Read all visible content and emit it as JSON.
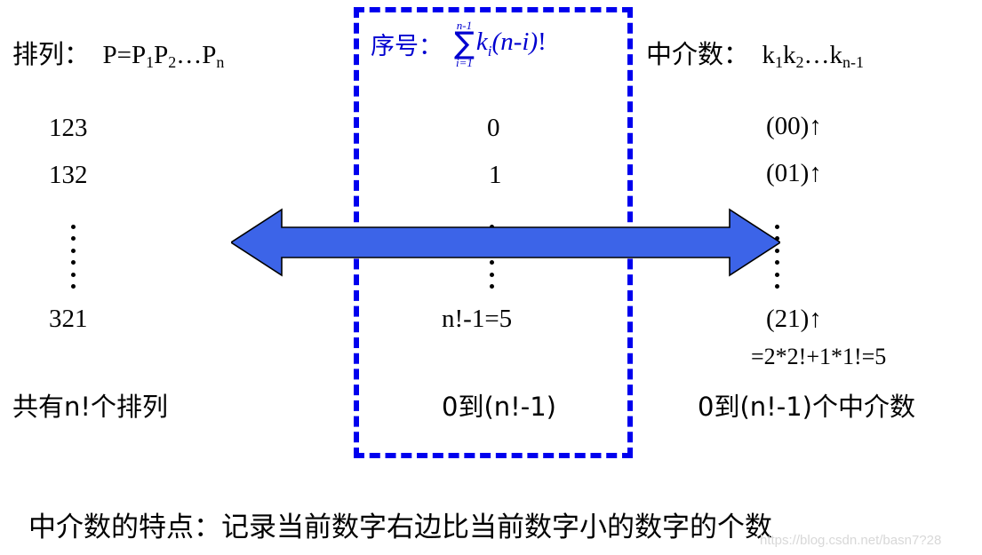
{
  "diagram": {
    "title_caption": "中介数的特点：记录当前数字右边比当前数字小的数字的个数",
    "watermark": "https://blog.csdn.net/basn7?28",
    "colors": {
      "arrow_fill": "#3c64e8",
      "arrow_outline": "#000000",
      "dashed_box": "#0000ee",
      "center_text": "#0000d0",
      "body_text": "#000000"
    },
    "columns": {
      "left": {
        "header_label": "排列：",
        "header_formula": "P=P1P2…Pn",
        "rows": [
          "123",
          "132",
          "⋮",
          "321"
        ],
        "footer": "共有n!个排列"
      },
      "center": {
        "header_label": "序号：",
        "formula_upper_limit": "n-1",
        "formula_sigma": "∑",
        "formula_lower_limit": "i=1",
        "formula_body": "ki(n-i)!",
        "rows": [
          "0",
          "1",
          "⋮",
          "n!-1=5"
        ],
        "footer": "0到(n!-1)",
        "highlighted": true
      },
      "right": {
        "header_label": "中介数：",
        "header_formula": "k1k2…kn-1",
        "rows": [
          "(00)↑",
          "(01)↑",
          "⋮",
          "(21)↑"
        ],
        "row_detail": "=2*2!+1*1!=5",
        "footer": "0到(n!-1)个中介数"
      }
    },
    "arrow": {
      "name": "double-headed-arrow",
      "direction": "left-right",
      "meaning": "one-to-one correspondence"
    },
    "ellipsis_dot_count": 6
  }
}
